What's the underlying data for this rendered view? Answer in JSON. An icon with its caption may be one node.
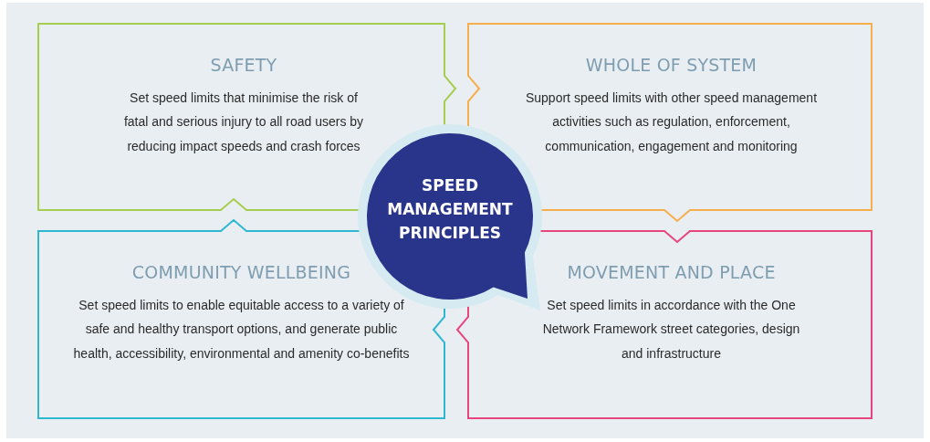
{
  "diagram": {
    "nodes": [
      {
        "text": [
          "SAFETY",
          "Set speed limits that minimise the risk of fatal and serious injury to all road users by reducing impact speeds and crash forces"
        ]
      },
      {
        "text": [
          "WHOLE OF SYSTEM",
          "Support speed limits with other speed management activities such as regulation, enforcement, communication, engagement and monitoring"
        ]
      },
      {
        "text": [
          "COMMUNITY WELLBEING",
          "Set speed limits to enable equitable access to a variety of safe and healthy transport options, and generate public health, accessibility, environmental and amenity co-benefits"
        ]
      },
      {
        "text": [
          "MOVEMENT AND PLACE",
          "Set speed limits in accordance with the One Network Framework street categories, design and infrastructure"
        ]
      },
      {
        "text": [
          "SPEED MANAGEMENT PRINCIPLES"
        ]
      }
    ]
  }
}
